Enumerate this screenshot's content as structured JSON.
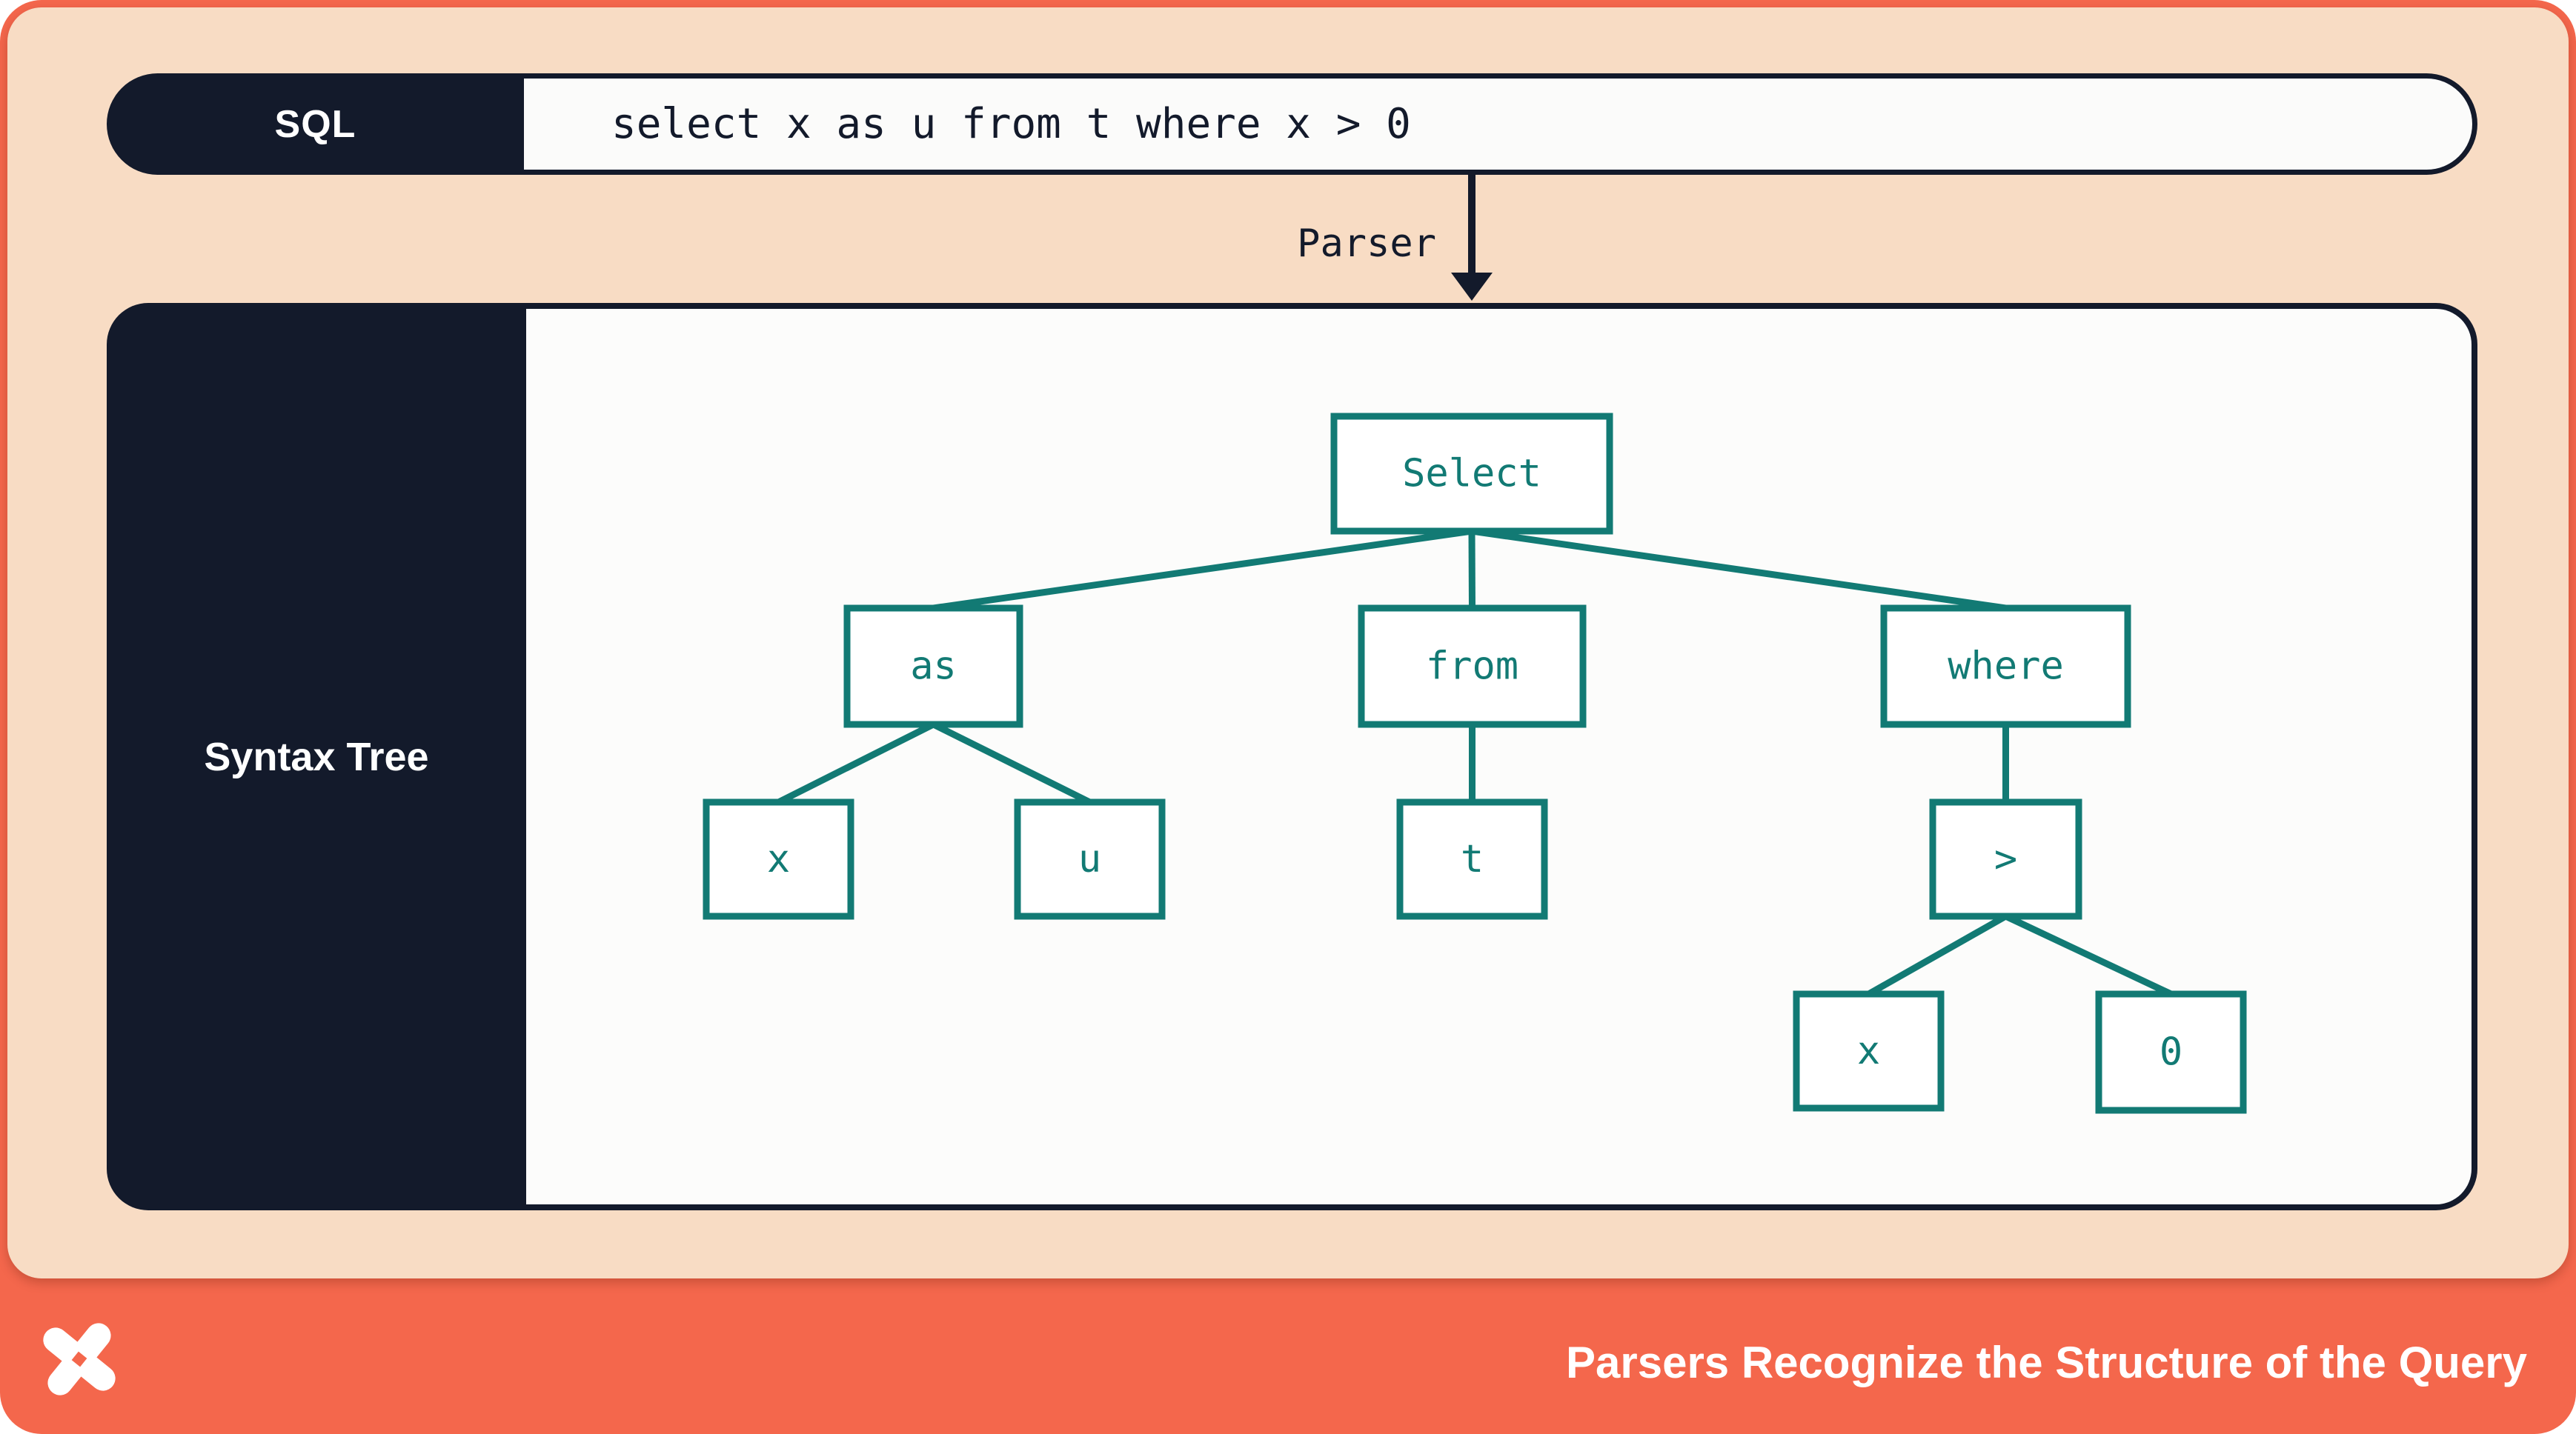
{
  "sql_bar": {
    "label": "SQL",
    "query": "select x as u from t where x > 0"
  },
  "parser": {
    "label": "Parser"
  },
  "syntax_tree_panel": {
    "label": "Syntax Tree"
  },
  "tree": {
    "nodes": [
      {
        "id": "select",
        "label": "Select",
        "parent": null
      },
      {
        "id": "as",
        "label": "as",
        "parent": "select"
      },
      {
        "id": "from",
        "label": "from",
        "parent": "select"
      },
      {
        "id": "where",
        "label": "where",
        "parent": "select"
      },
      {
        "id": "x1",
        "label": "x",
        "parent": "as"
      },
      {
        "id": "u",
        "label": "u",
        "parent": "as"
      },
      {
        "id": "t",
        "label": "t",
        "parent": "from"
      },
      {
        "id": "gt",
        "label": ">",
        "parent": "where"
      },
      {
        "id": "x2",
        "label": "x",
        "parent": "gt"
      },
      {
        "id": "zero",
        "label": "0",
        "parent": "gt"
      }
    ]
  },
  "footer": {
    "caption": "Parsers Recognize the Structure of the Query",
    "logo": "x-pinwheel-logo"
  },
  "colors": {
    "coral": "#F4674C",
    "peach": "#F8DCC4",
    "navy": "#131A2B",
    "teal": "#127A74",
    "panel_fill": "#FCFCFB"
  }
}
